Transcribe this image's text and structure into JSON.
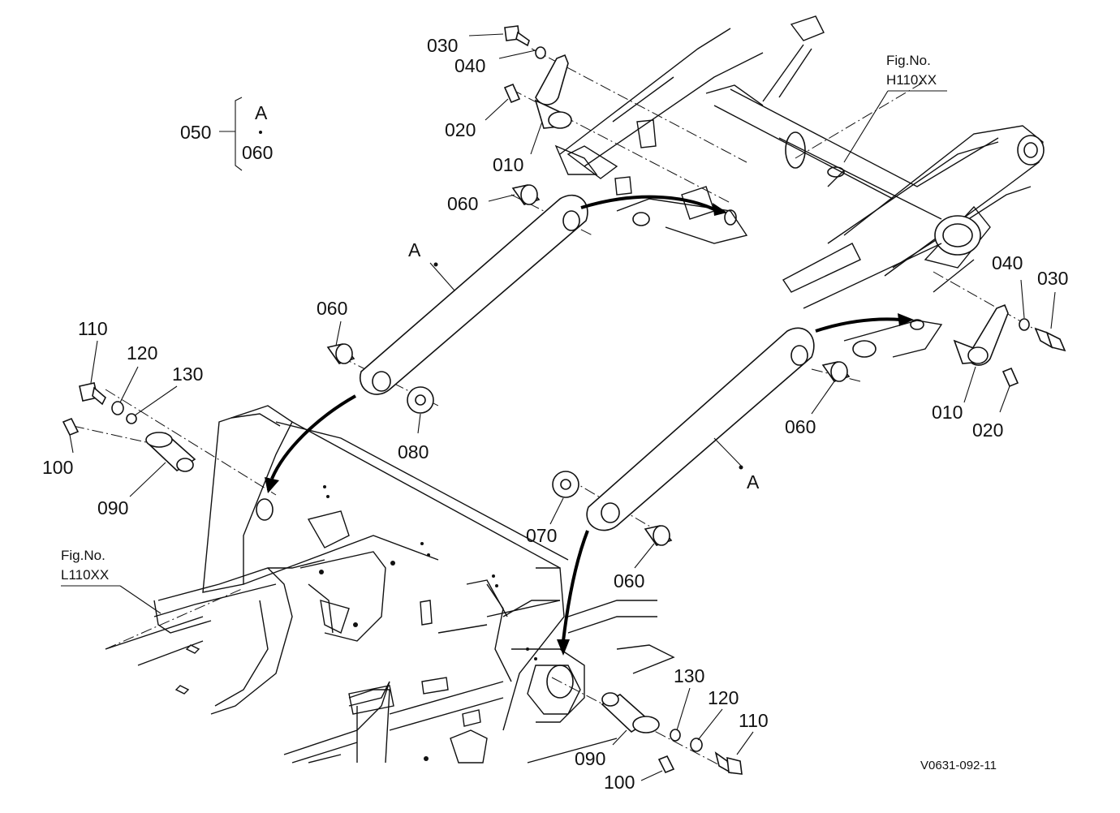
{
  "callouts": {
    "top_030": "030",
    "top_040": "040",
    "top_020": "020",
    "top_010": "010",
    "top_060": "060",
    "legend_050": "050",
    "legend_A": "A",
    "legend_060": "060",
    "link_A_upper": "A",
    "left_060": "060",
    "left_080": "080",
    "right_040": "040",
    "right_030": "030",
    "right_010": "010",
    "right_020": "020",
    "right_060": "060",
    "link_A_lower": "A",
    "left_110": "110",
    "left_120": "120",
    "left_130": "130",
    "left_100": "100",
    "left_090": "090",
    "mid_070": "070",
    "mid_060": "060",
    "bot_130": "130",
    "bot_120": "120",
    "bot_110": "110",
    "bot_090": "090",
    "bot_100": "100"
  },
  "references": {
    "fig_right_label": "Fig.No.",
    "fig_right_code": "H110XX",
    "fig_left_label": "Fig.No.",
    "fig_left_code": "L110XX"
  },
  "drawing_code": "V0631-092-11"
}
